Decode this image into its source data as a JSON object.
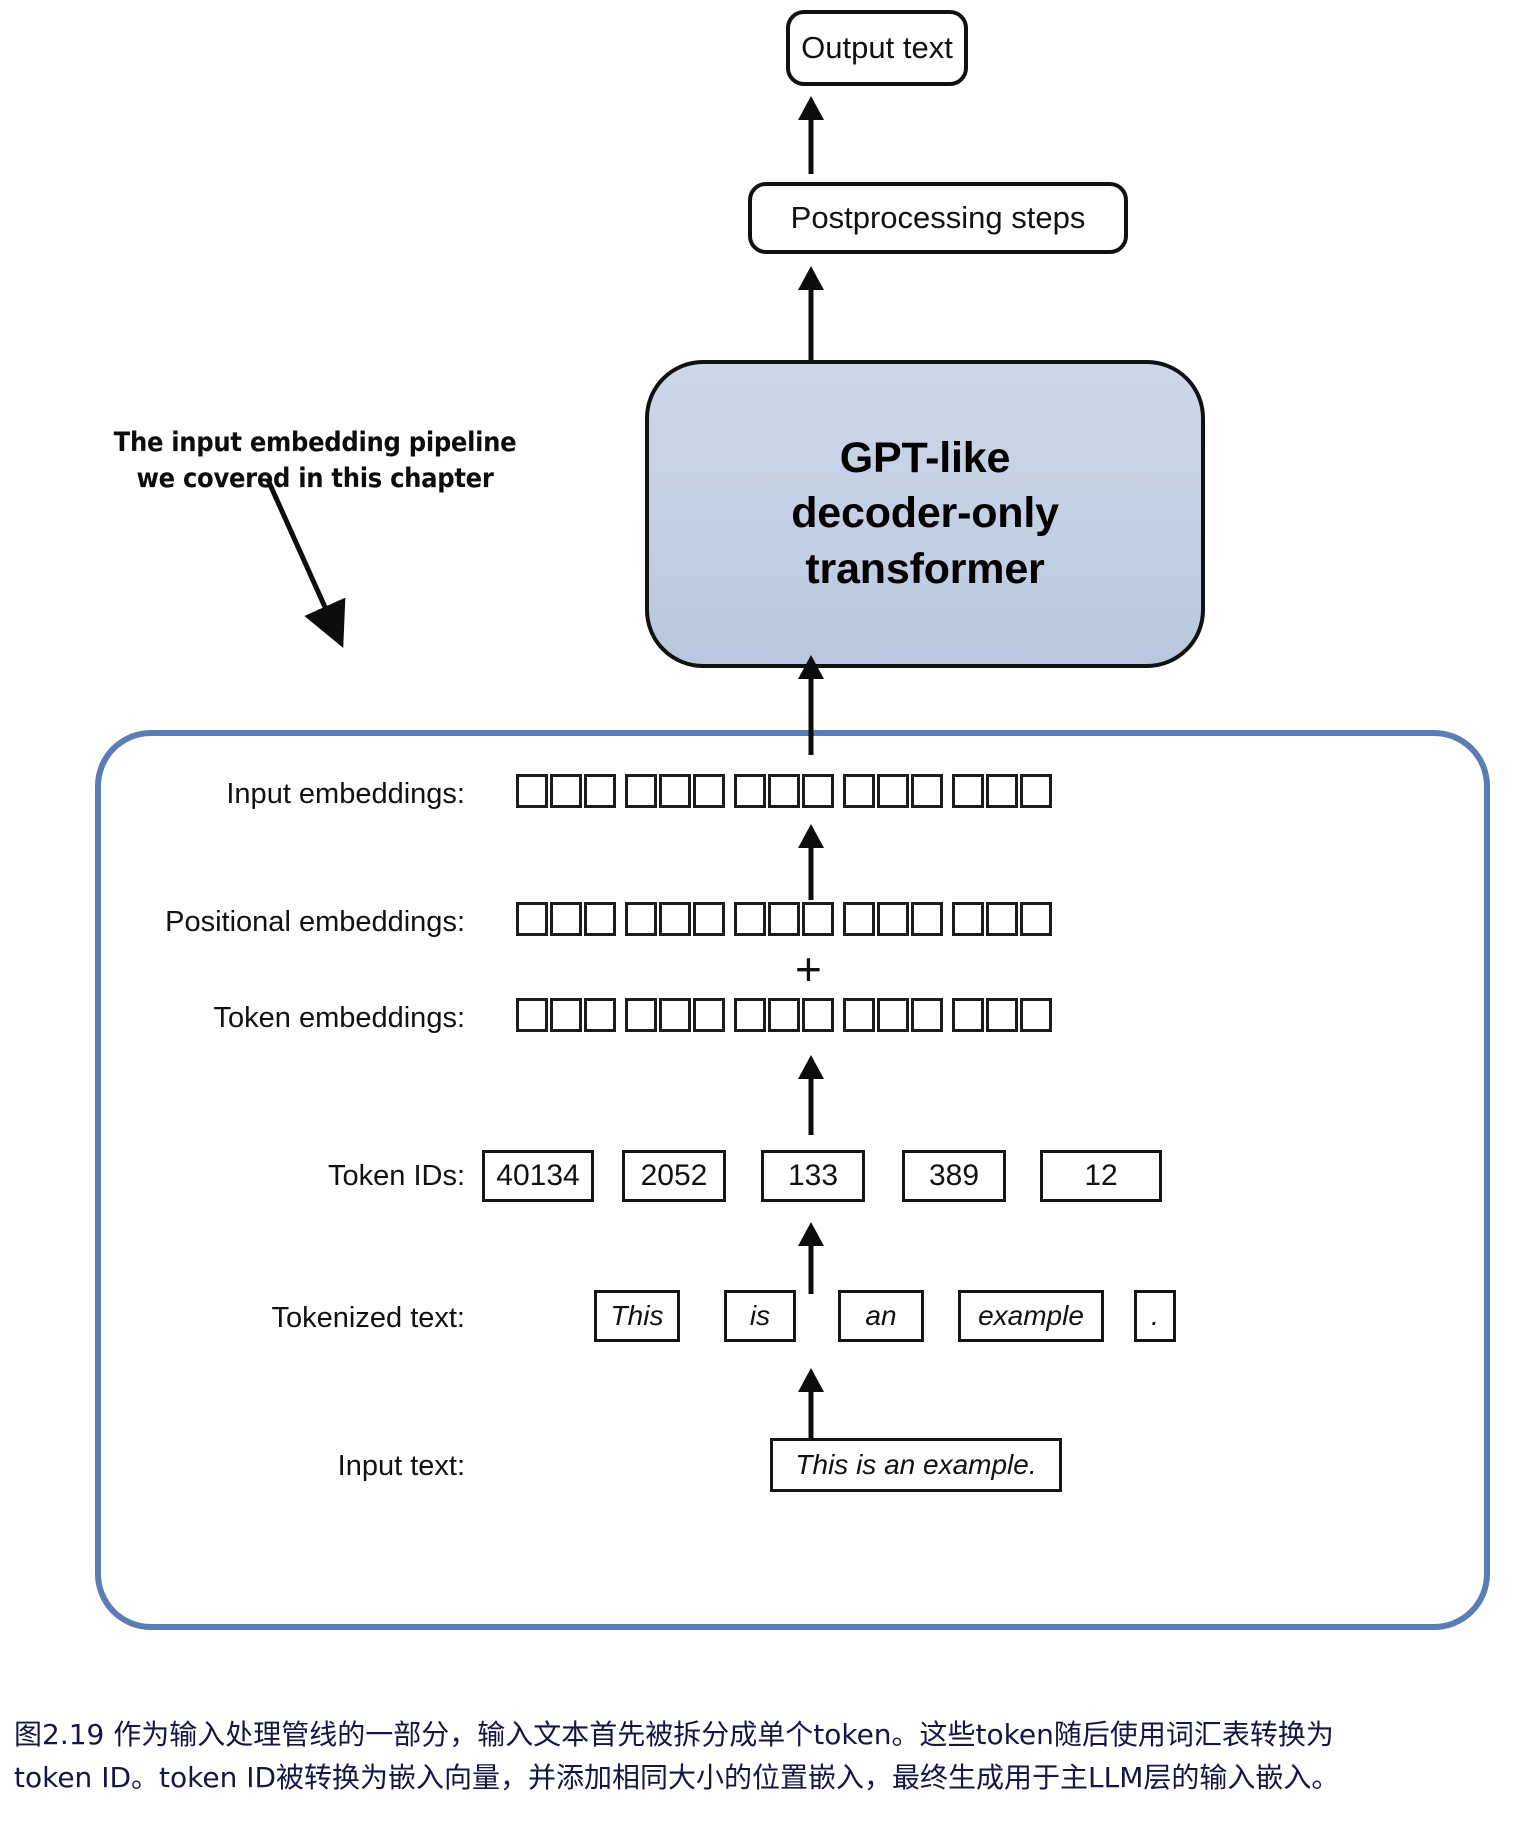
{
  "figure": {
    "top_chain": {
      "output_text": "Output text",
      "postprocessing": "Postprocessing steps",
      "gpt_block_lines": [
        "GPT-like",
        "decoder-only",
        "transformer"
      ]
    },
    "annotation": {
      "line1": "The input embedding pipeline",
      "line2": "we covered in this chapter",
      "arrow_icon": "diagonal-arrow-down-right"
    },
    "pipeline": {
      "border_color": "#5a7db4",
      "rows": [
        {
          "id": "input-embeddings",
          "label": "Input embeddings:",
          "type": "embedding",
          "groups": 5,
          "cells_per_group": 3
        },
        {
          "id": "positional-embeddings",
          "label": "Positional embeddings:",
          "type": "embedding",
          "groups": 5,
          "cells_per_group": 3
        },
        {
          "id": "token-embeddings",
          "label": "Token embeddings:",
          "type": "embedding",
          "groups": 5,
          "cells_per_group": 3
        },
        {
          "id": "token-ids",
          "label": "Token IDs:",
          "type": "values",
          "values": [
            "40134",
            "2052",
            "133",
            "389",
            "12"
          ]
        },
        {
          "id": "tokenized-text",
          "label": "Tokenized text:",
          "type": "values-italic",
          "values": [
            "This",
            "is",
            "an",
            "example",
            "."
          ]
        },
        {
          "id": "input-text",
          "label": "Input text:",
          "type": "single-italic",
          "values": [
            "This is an example."
          ]
        }
      ],
      "plus_symbol": "+"
    },
    "colors": {
      "gpt_block_fill": "#c3d0e3",
      "panel_border": "#5a7db4",
      "stroke": "#111111",
      "caption_text": "#161645"
    }
  },
  "caption": {
    "line1": "图2.19 作为输入处理管线的一部分，输入文本首先被拆分成单个token。这些token随后使用词汇表转换为",
    "line2": "token ID。token ID被转换为嵌入向量，并添加相同大小的位置嵌入，最终生成用于主LLM层的输入嵌入。"
  }
}
